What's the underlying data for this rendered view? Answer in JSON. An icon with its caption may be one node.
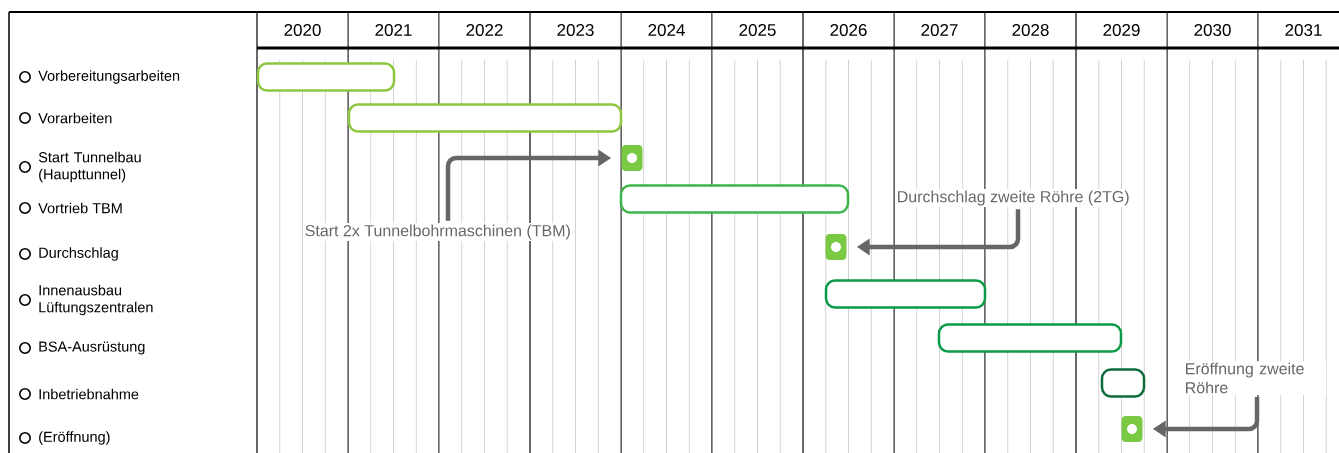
{
  "diagram": {
    "nodes": [
      {
        "text": [],
        "shape": "bar"
      },
      {
        "text": [],
        "shape": "bar"
      },
      {
        "text": [],
        "shape": "box"
      },
      {
        "text": [
          "Start 2x Tunnelbohrmaschinen (TBM)"
        ]
      },
      {
        "text": [],
        "shape": "bar"
      },
      {
        "text": [
          "Durchschlag zweite Röhre (2TG)"
        ]
      },
      {
        "text": [],
        "shape": "box"
      },
      {
        "text": [],
        "shape": "bar"
      },
      {
        "text": [],
        "shape": "bar"
      },
      {
        "text": [],
        "shape": "bar"
      },
      {
        "text": [
          "Eröffnung zweite Röhre"
        ]
      },
      {
        "text": [],
        "shape": "box"
      }
    ],
    "edges": [
      {
        "from": 3,
        "to": 2,
        "arrow": "to"
      },
      {
        "from": 5,
        "to": 6,
        "arrow": "to"
      },
      {
        "from": 10,
        "to": 11,
        "arrow": "to"
      }
    ],
    "labels": [
      "2020",
      "2021",
      "2022",
      "2023",
      "2024",
      "2025",
      "2026",
      "2027",
      "2028",
      "2029",
      "2030",
      "2031",
      "Vorbereitungsarbeiten",
      "Vorarbeiten",
      "Start Tunnelbau (Haupttunnel)",
      "Vortrieb TBM",
      "Durchschlag",
      "Innenausbau Lüftungszentralen",
      "BSA-Ausrüstung",
      "Inbetriebnahme",
      "(Eröffnung)"
    ]
  }
}
